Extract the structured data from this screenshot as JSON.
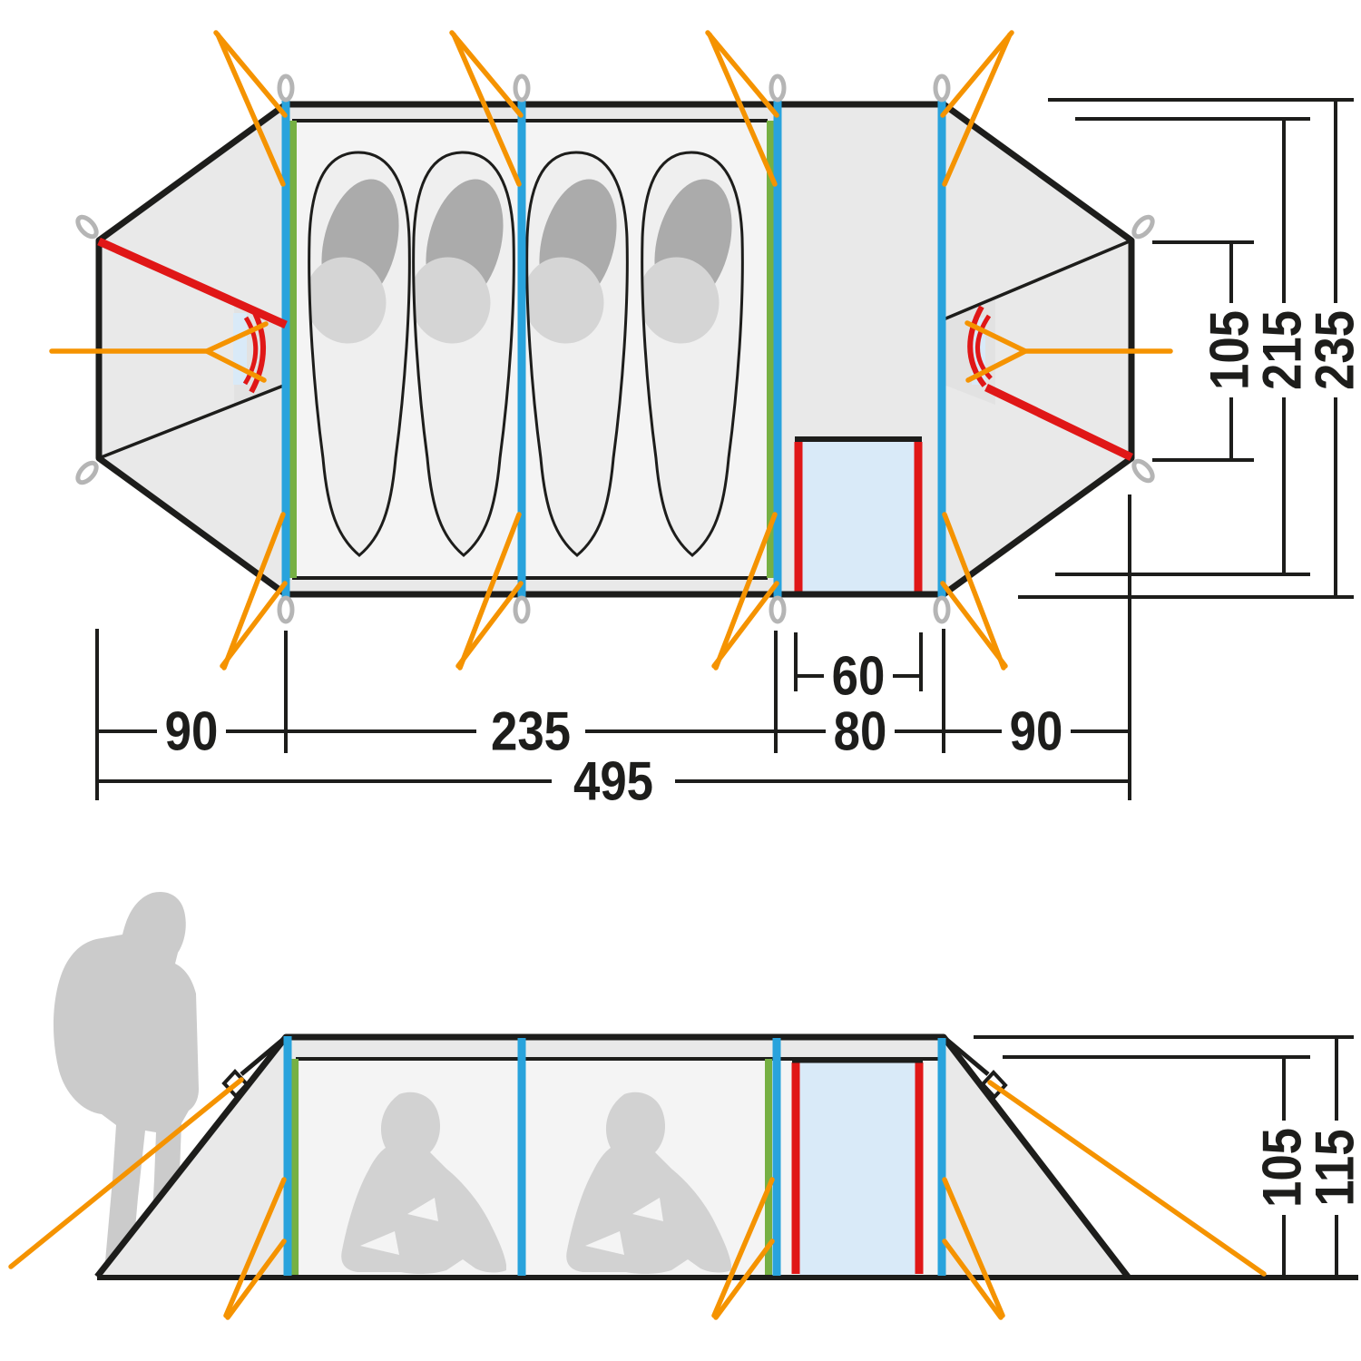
{
  "diagram": {
    "type": "tent dimension diagram",
    "views": [
      "floor plan (top view)",
      "side elevation"
    ],
    "floor_plan": {
      "dims": {
        "left_vestibule": "90",
        "sleeping_area": "235",
        "porch": "80",
        "right_vestibule": "90",
        "total_length": "495",
        "door_width": "60",
        "end_width": "105",
        "inner_width": "215",
        "outer_width": "235"
      }
    },
    "side_view": {
      "dims": {
        "inner_height": "105",
        "outer_height": "115"
      }
    },
    "colors": {
      "outline": "#1d1d1b",
      "fly_gray": "#e9e9e9",
      "inner_gray": "#f4f4f4",
      "pole_blue": "#29a3dc",
      "pole_green": "#76b043",
      "door_red": "#e01717",
      "guy_orange": "#f59300",
      "door_panel_blue": "#d9eaf8",
      "bag_fill": "#efefef",
      "bag_hood": "#ababab",
      "bag_hood_light": "#d5d5d5",
      "silhouette": "#cbcbcb",
      "stake_gray": "#b5b5b5"
    }
  }
}
